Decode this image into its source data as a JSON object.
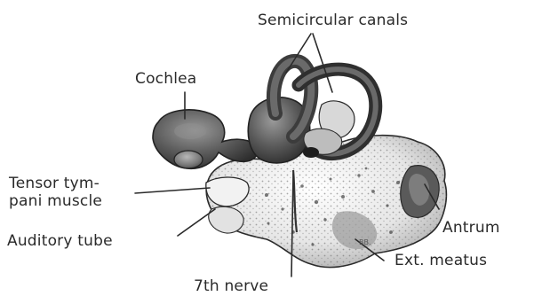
{
  "figure": {
    "signature": "BB.",
    "labels": {
      "semicircular_canals": "Semicircular canals",
      "cochlea": "Cochlea",
      "tensor_line1": "Tensor tym-",
      "tensor_line2": "pani muscle",
      "auditory_tube": "Auditory tube",
      "antrum": "Antrum",
      "ext_meatus": "Ext. meatus",
      "seventh_nerve": "7th nerve"
    }
  }
}
